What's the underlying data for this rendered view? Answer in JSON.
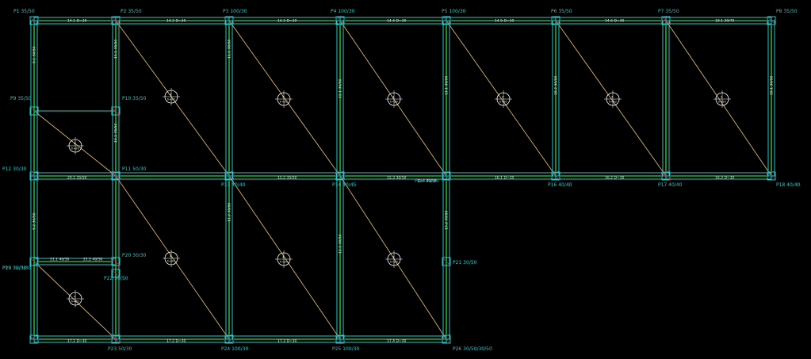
{
  "colors": {
    "background": "#000000",
    "beam_outline": "#29c7c7",
    "rebar": "#1fb43a",
    "slab_span": "#d8b46a",
    "column_marker": "#e52424",
    "label": "#29c7c7",
    "beam_label": "#f0f0f0"
  },
  "columns": [
    {
      "id": "P1",
      "name": "1",
      "size": "35/50"
    },
    {
      "id": "P2",
      "name": "2",
      "size": "35/50"
    },
    {
      "id": "P3",
      "name": "3",
      "size": "100/30"
    },
    {
      "id": "P4",
      "name": "4",
      "size": "100/30"
    },
    {
      "id": "P5",
      "name": "5",
      "size": "100/30"
    },
    {
      "id": "P6",
      "name": "6",
      "size": "35/50"
    },
    {
      "id": "P7",
      "name": "7",
      "size": "35/50"
    },
    {
      "id": "P8",
      "name": "8",
      "size": "35/50"
    },
    {
      "id": "P9",
      "name": "9",
      "size": "35/50"
    },
    {
      "id": "P10",
      "name": "10",
      "size": "35/50"
    },
    {
      "id": "P11",
      "name": "11",
      "size": "50/30"
    },
    {
      "id": "P12",
      "name": "12",
      "size": "30/30"
    },
    {
      "id": "P13",
      "name": "13",
      "size": "40/40"
    },
    {
      "id": "P14",
      "name": "14",
      "size": "40/45"
    },
    {
      "id": "P15",
      "name": "15",
      "size": "30/30"
    },
    {
      "id": "P16",
      "name": "16",
      "size": "40/40"
    },
    {
      "id": "P17",
      "name": "17",
      "size": "40/40"
    },
    {
      "id": "P18",
      "name": "18",
      "size": "40/40"
    },
    {
      "id": "P19",
      "name": "19",
      "size": "30/30"
    },
    {
      "id": "P20",
      "name": "20",
      "size": "30/30"
    },
    {
      "id": "P21",
      "name": "21",
      "size": "30/50"
    },
    {
      "id": "P22",
      "name": "22",
      "size": "30/50"
    },
    {
      "id": "P23",
      "name": "23",
      "size": "50/30"
    },
    {
      "id": "P24",
      "name": "24",
      "size": "100/30"
    },
    {
      "id": "P25",
      "name": "25",
      "size": "100/30"
    },
    {
      "id": "P26",
      "name": "26",
      "size": "30/50/30/50"
    },
    {
      "id": "P29",
      "name": "29",
      "size": "32/5/30"
    }
  ],
  "beams": [
    {
      "id": "B14.1",
      "label": "14.1  D=30"
    },
    {
      "id": "B14.2",
      "label": "14.2  D=30"
    },
    {
      "id": "B14.3",
      "label": "14.3  D=30"
    },
    {
      "id": "B14.4",
      "label": "14.4  D=30"
    },
    {
      "id": "B14.5",
      "label": "14.5  D=30"
    },
    {
      "id": "B14.6",
      "label": "14.6  D=30"
    },
    {
      "id": "B18.1",
      "label": "18.1  30/70"
    },
    {
      "id": "B20.1",
      "label": "20.1  35/50"
    },
    {
      "id": "B15.2",
      "label": "15.2  35/50"
    },
    {
      "id": "B15.3",
      "label": "15.3  30/50"
    },
    {
      "id": "B15.4",
      "label": "15.4  30/50"
    },
    {
      "id": "B16.1",
      "label": "16.1  D=30"
    },
    {
      "id": "B16.2",
      "label": "16.2  D=30"
    },
    {
      "id": "B16.3",
      "label": "16.3  D=30"
    },
    {
      "id": "B17.1",
      "label": "17.1  D=30"
    },
    {
      "id": "B17.2",
      "label": "17.2  D=30"
    },
    {
      "id": "B17.3",
      "label": "17.3  D=30"
    },
    {
      "id": "B17.4",
      "label": "17.4  D=30"
    },
    {
      "id": "B21.1",
      "label": "21.1  40/50"
    },
    {
      "id": "B21.2",
      "label": "21.2  40/50"
    }
  ],
  "vertical_beam_labels": [
    "10.1  35/50",
    "10.2  35/50",
    "11.1  30/50",
    "11.2  30/50",
    "12.1  30/50",
    "12.2  30/50",
    "13.1  30/50",
    "13.2  30/50",
    "9.1  30/50",
    "9.2  30/50",
    "19.1  30/50",
    "19.2  30/50"
  ],
  "slab_symbol": {
    "top": "4",
    "bottom": "h=20"
  }
}
